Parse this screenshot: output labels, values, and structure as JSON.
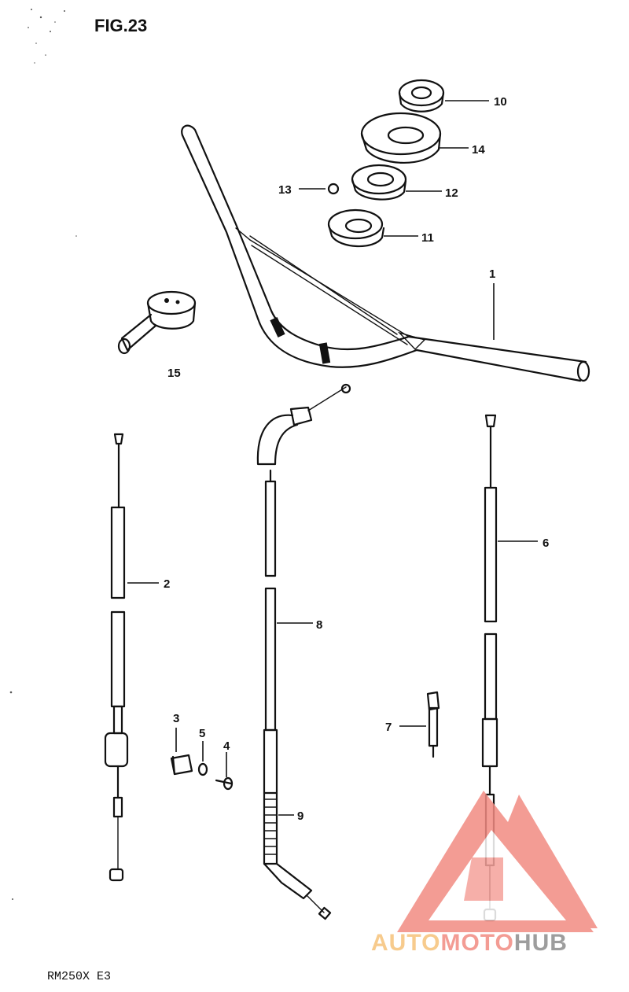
{
  "figure": {
    "title": "FIG.23",
    "model_code": "RM250X E3"
  },
  "callouts": {
    "c1": "1",
    "c2": "2",
    "c3": "3",
    "c4": "4",
    "c5": "5",
    "c6": "6",
    "c7": "7",
    "c8": "8",
    "c9": "9",
    "c10": "10",
    "c11": "11",
    "c12": "12",
    "c13": "13",
    "c14": "14",
    "c15": "15"
  },
  "watermark": {
    "part1": "AUTO",
    "part2": "MOTO",
    "part3": "HUB",
    "color_main": "#f28b82",
    "color_light": "#f6c27a",
    "color_dark": "#8c8c8c"
  },
  "colors": {
    "ink": "#111111",
    "paper": "#ffffff"
  }
}
